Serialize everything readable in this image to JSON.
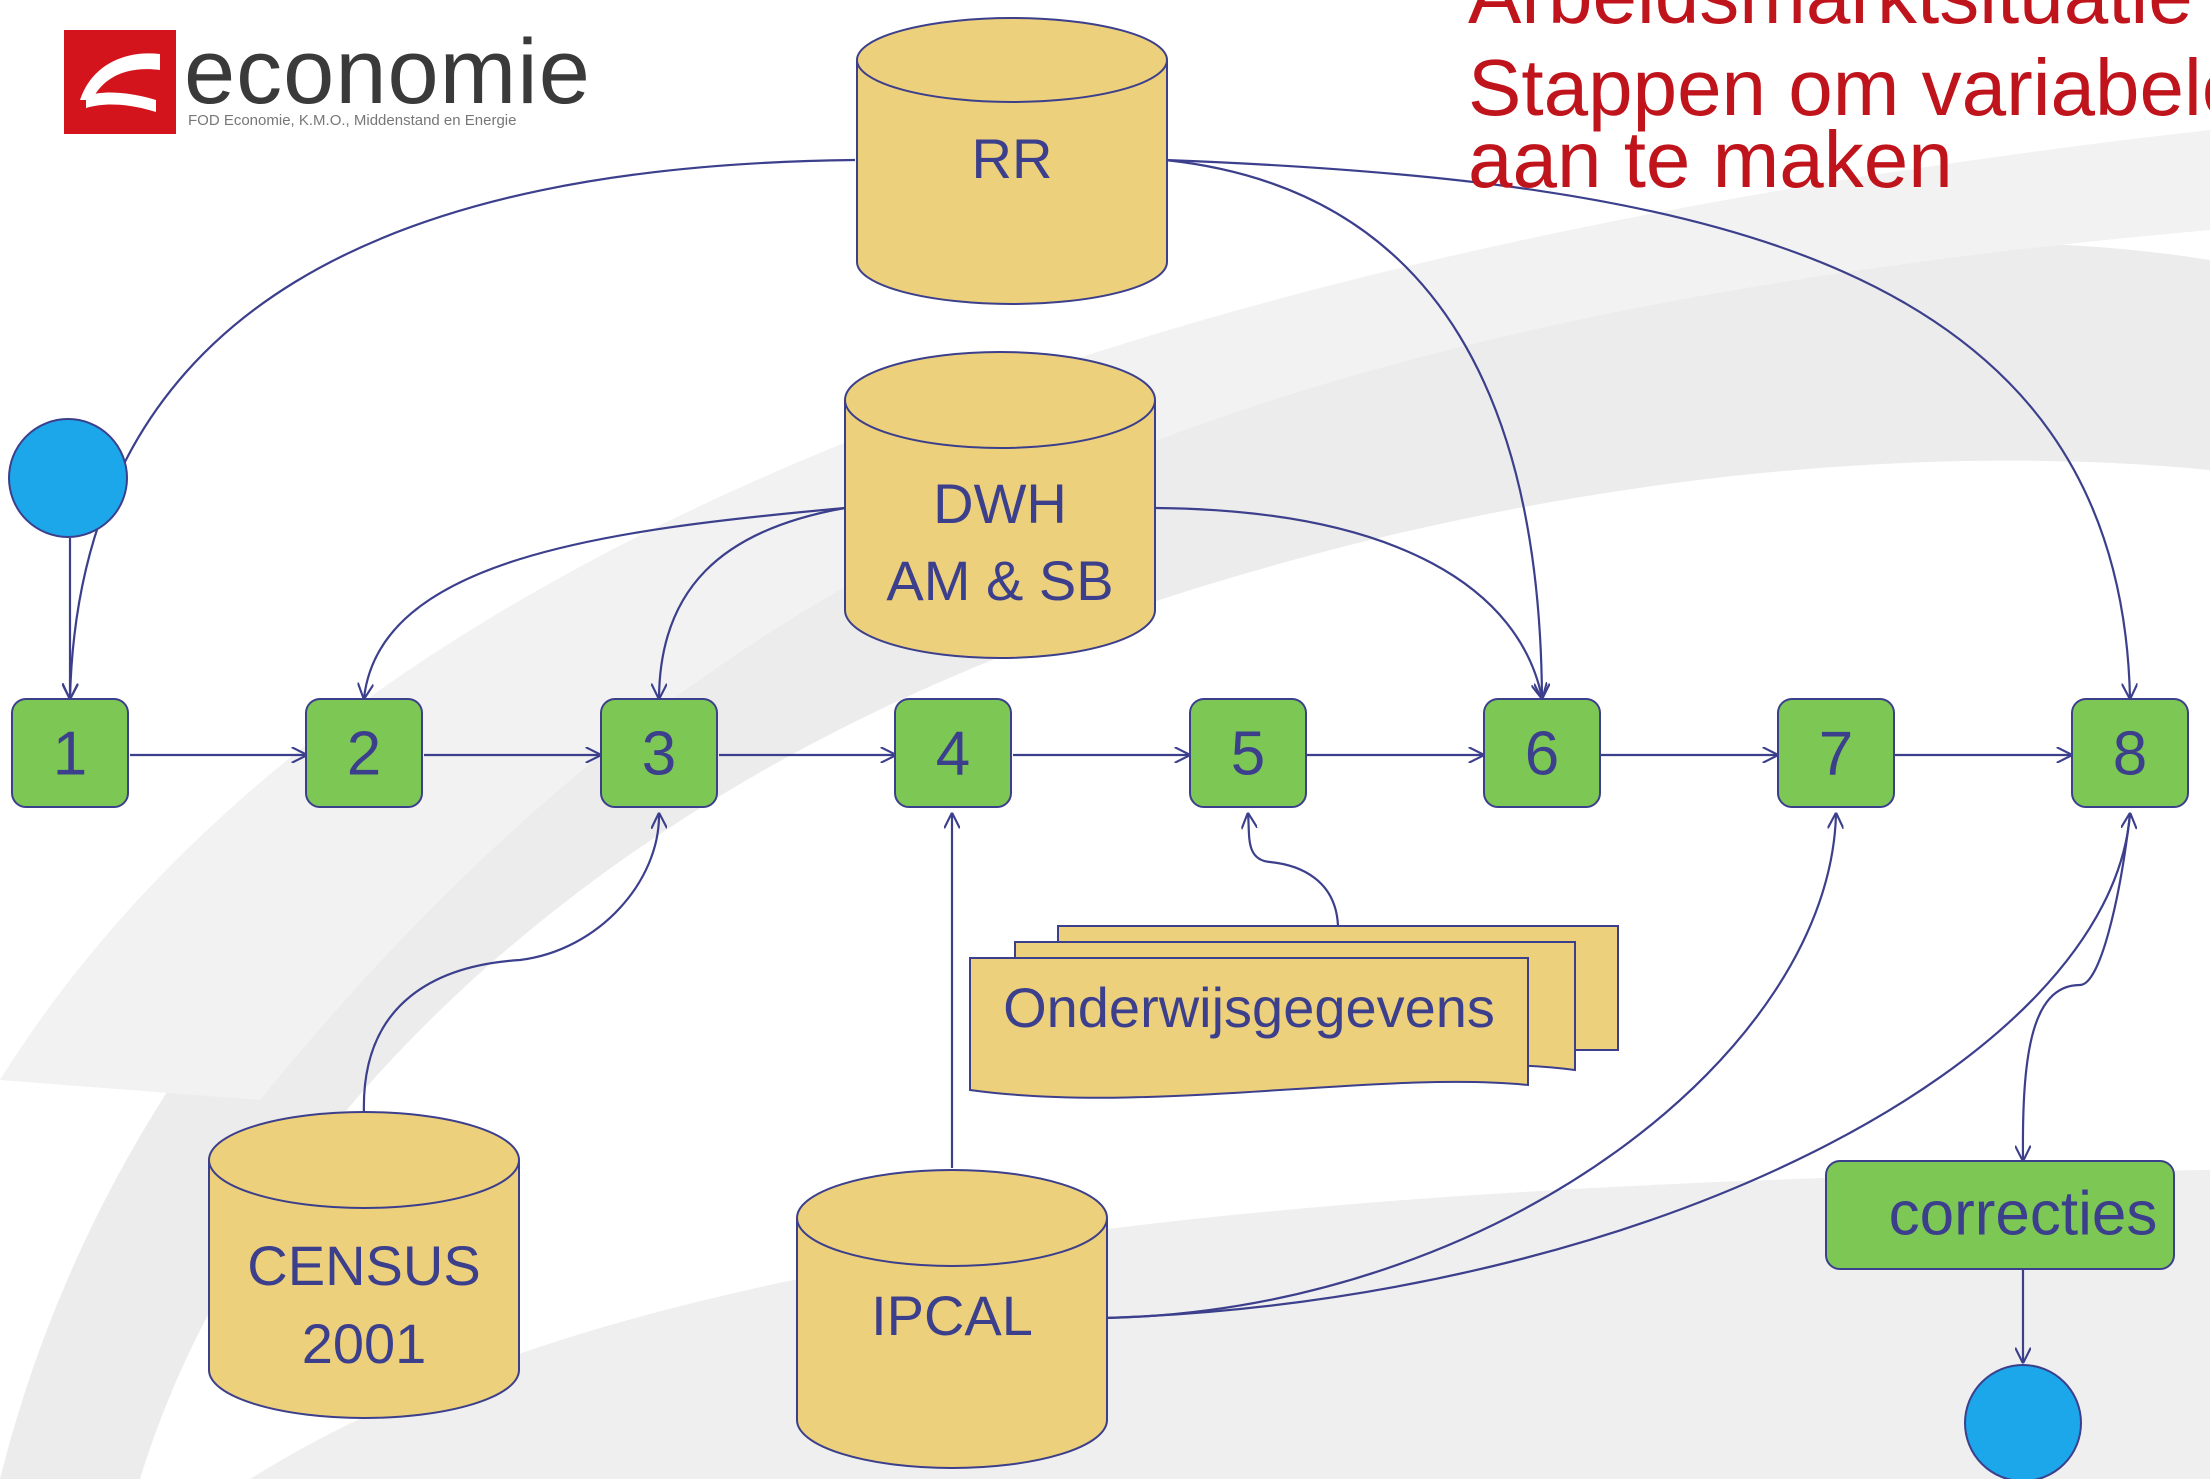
{
  "logo": {
    "word": "economie",
    "subtitle": "FOD Economie, K.M.O., Middenstand en Energie"
  },
  "title": {
    "line1": "Arbeidsmarktsituatie",
    "line2": "Stappen om variabele",
    "line3": "aan te maken"
  },
  "steps": [
    "1",
    "2",
    "3",
    "4",
    "5",
    "6",
    "7",
    "8"
  ],
  "sources": {
    "rr": "RR",
    "dwh_line1": "DWH",
    "dwh_line2": "AM & SB",
    "census_line1": "CENSUS",
    "census_line2": "2001",
    "ipcal": "IPCAL",
    "onderwijs": "Onderwijsgegevens",
    "correcties": "correcties"
  },
  "colors": {
    "step_fill": "#7dc855",
    "db_fill": "#ecd07c",
    "arrow": "#3c3f8c",
    "terminator": "#1ba7ea",
    "title": "#c0141c"
  }
}
